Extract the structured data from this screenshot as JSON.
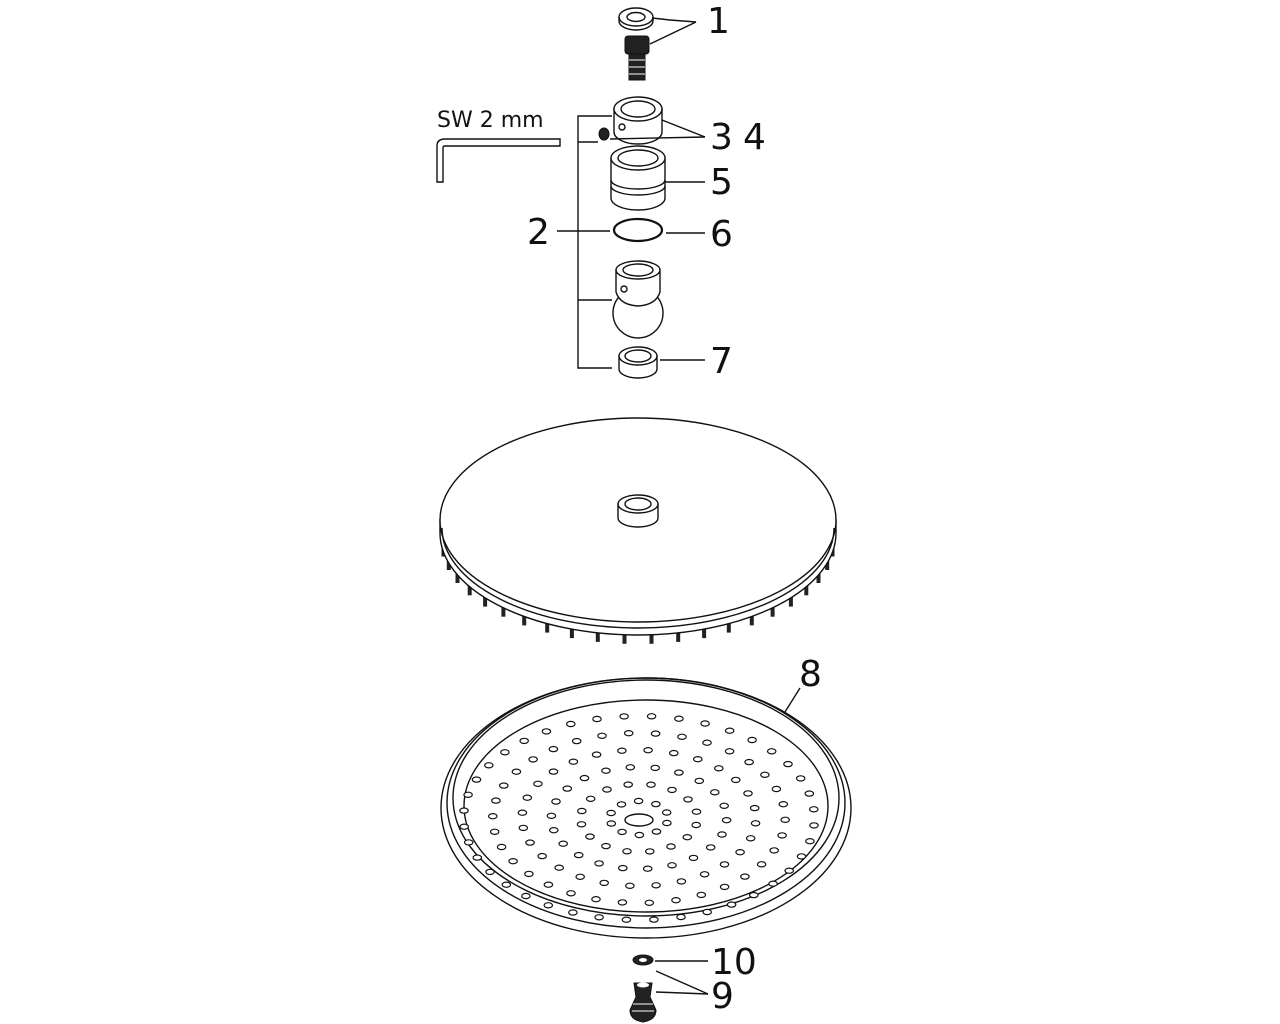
{
  "tool": {
    "label": "SW 2 mm"
  },
  "callouts": {
    "c1": "1",
    "c2": "2",
    "c3": "3",
    "c4": "4",
    "c5": "5",
    "c6": "6",
    "c7": "7",
    "c8": "8",
    "c9": "9",
    "c10": "10"
  }
}
